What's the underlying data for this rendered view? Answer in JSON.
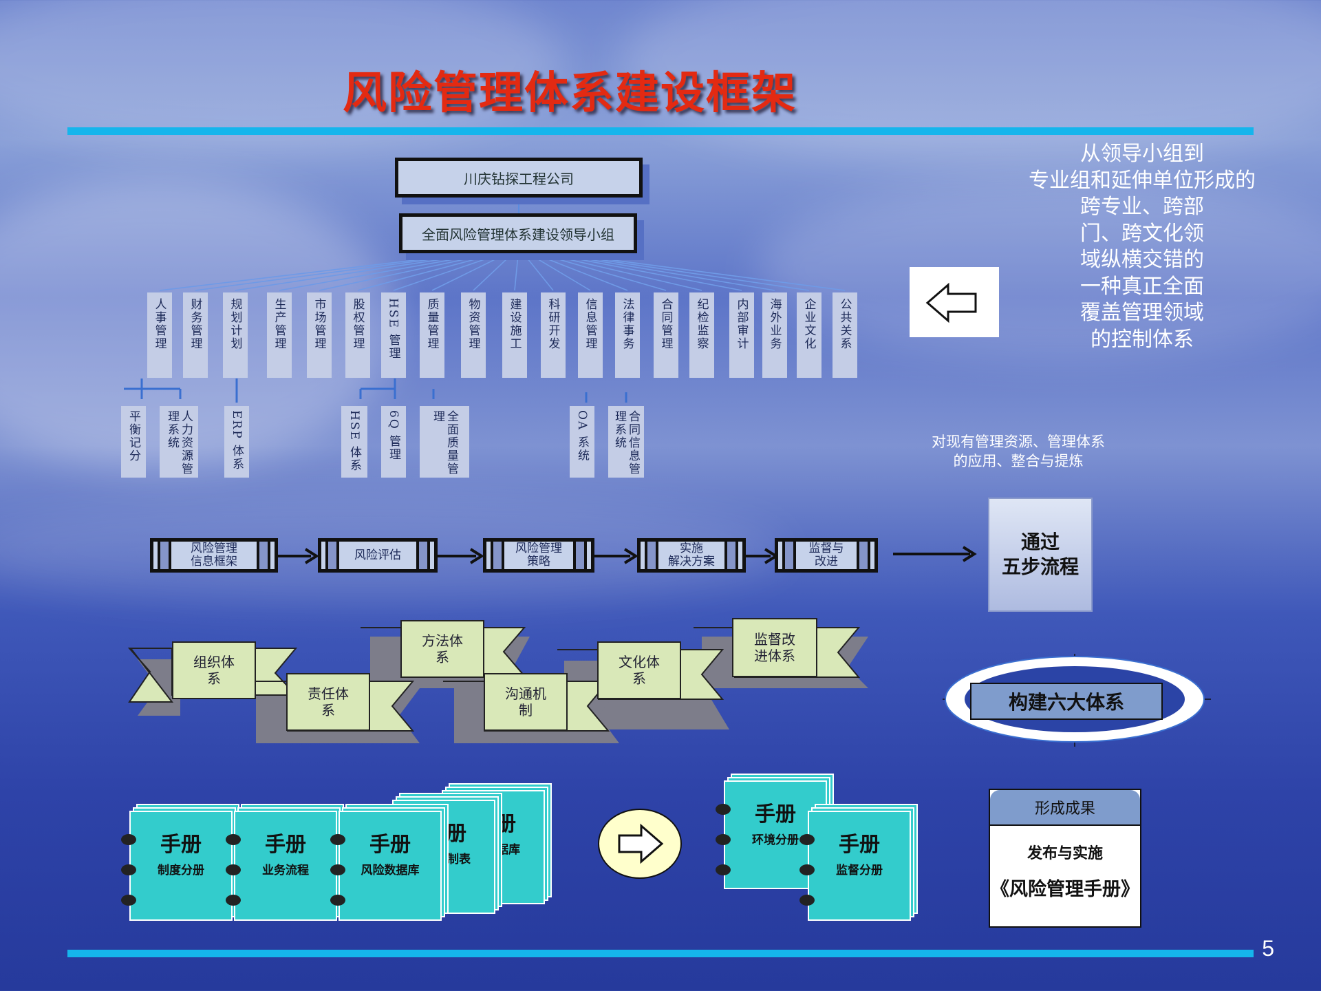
{
  "title": "风险管理体系建设框架",
  "page_number": "5",
  "org": {
    "company": "川庆钻探工程公司",
    "leader_group": "全面风险管理体系建设领导小组",
    "departments": [
      "人事管理",
      "财务管理",
      "规划计划",
      "生产管理",
      "市场管理",
      "股权管理",
      "HSE 管理",
      "质量管理",
      "物资管理",
      "建设施工",
      "科研开发",
      "信息管理",
      "法律事务",
      "合同管理",
      "纪检监察",
      "内部审计",
      "海外业务",
      "企业文化",
      "公共关系"
    ],
    "subsystems": [
      "平衡记分",
      "人力资源管理系统",
      "ERP 体系",
      "HSE 体系",
      "6Q 管理",
      "全面质量管理",
      "OA 系统",
      "合同信息管理系统"
    ]
  },
  "right_text": [
    "从领导小组到",
    "专业组和延伸单位形成的",
    "跨专业、跨部",
    "门、跨文化领",
    "域纵横交错的",
    "一种真正全面",
    "覆盖管理领域",
    "的控制体系"
  ],
  "note": [
    "对现有管理资源、管理体系",
    "的应用、整合与提炼"
  ],
  "steps": [
    "风险管理\n信息框架",
    "风险评估",
    "风险管理\n策略",
    "实施\n解决方案",
    "监督与\n改进"
  ],
  "pass_label": [
    "通过",
    "五步流程"
  ],
  "six_systems": {
    "label": "构建六大体系",
    "items": [
      "组织体\n系",
      "方法体\n系",
      "文化体\n系",
      "监督改\n进体系",
      "责任体\n系",
      "沟通机\n制"
    ]
  },
  "manuals_left": [
    {
      "h": "手册",
      "s": "制度分册"
    },
    {
      "h": "手册",
      "s": "业务流程"
    },
    {
      "h": "手册",
      "s": "风险数据库"
    }
  ],
  "manuals_back": [
    {
      "h": "册",
      "s": "制表"
    },
    {
      "h": "册",
      "s": "据库"
    }
  ],
  "manuals_right": [
    {
      "h": "手册",
      "s": "环境分册"
    },
    {
      "h": "手册",
      "s": "监督分册"
    }
  ],
  "result": {
    "header": "形成成果",
    "line1": "发布与实施",
    "line2": "《风险管理手册》"
  },
  "colors": {
    "title": "#e32a12",
    "rule": "#15b5ec",
    "manual": "#33cccc",
    "ribbon": "#d9e8b8"
  }
}
